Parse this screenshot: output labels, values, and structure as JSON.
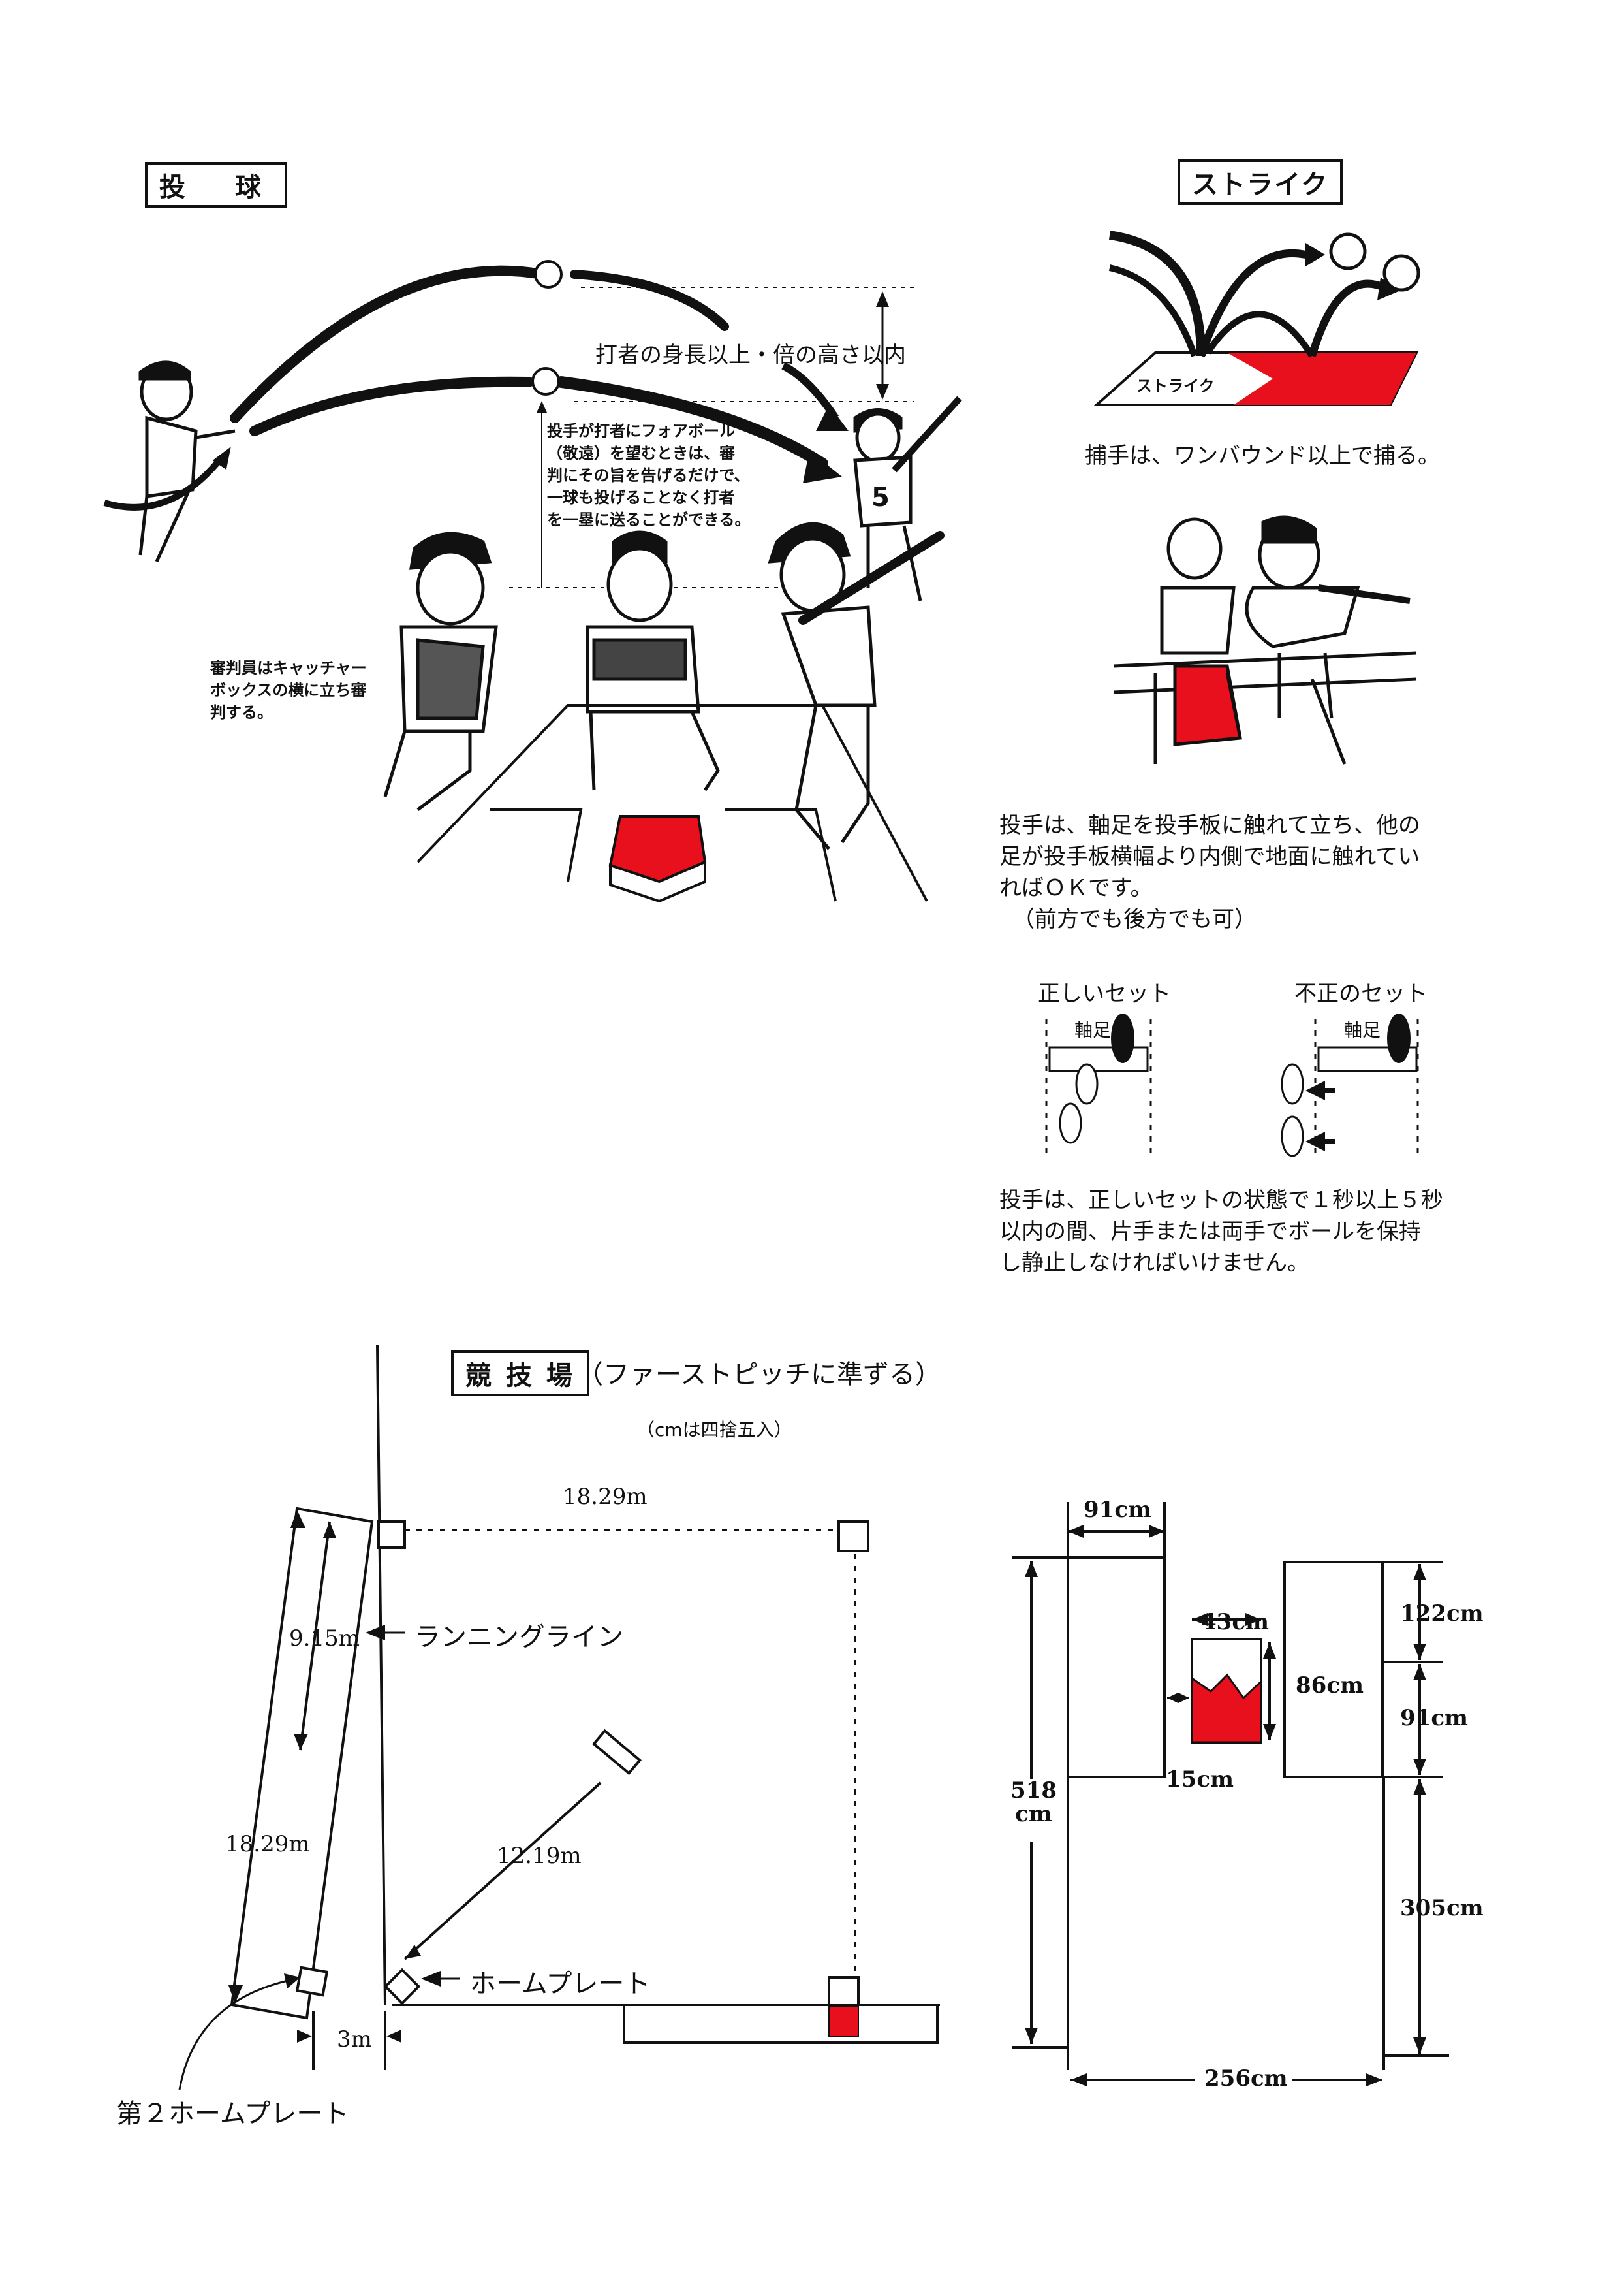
{
  "pitching": {
    "heading": "投　球",
    "height_note": "打者の身長以上・倍の高さ以内",
    "walk_note": [
      "投手が打者にフォアボール",
      "（敬遠）を望むときは、審",
      "判にその旨を告げるだけで、",
      "一球も投げることなく打者",
      "を一塁に送ることができる。"
    ],
    "umpire_note": [
      "審判員はキャッチャー",
      "ボックスの横に立ち審",
      "判する。"
    ],
    "batter_number": "5"
  },
  "strike": {
    "heading": "ストライク",
    "mat_label": "ストライク",
    "catch_note": "捕手は、ワンバウンド以上で捕る。"
  },
  "set_rules": {
    "pivot_note": [
      "投手は、軸足を投手板に触れて立ち、他の",
      "足が投手板横幅より内側で地面に触れてい",
      "ればＯＫです。",
      "（前方でも後方でも可）"
    ],
    "correct_label": "正しいセット",
    "incorrect_label": "不正のセット",
    "pivot_foot": "軸足",
    "hold_note": [
      "投手は、正しいセットの状態で１秒以上５秒",
      "以内の間、片手または両手でボールを保持",
      "し静止しなければいけません。"
    ]
  },
  "field": {
    "heading": "競 技 場",
    "subheading": "（ファーストピッチに準ずる）",
    "rounding_note": "（cmは四捨五入）",
    "base_distance": "18.29m",
    "side_distance": "18.29m",
    "running_line_distance": "9.15m",
    "running_line_label": "ランニングライン",
    "pitching_distance": "12.19m",
    "home_plate_label": "ホームプレート",
    "offset_label": "3m",
    "second_home_label": "第２ホームプレート"
  },
  "box": {
    "width_91": "91cm",
    "width_43": "43cm",
    "height_86": "86cm",
    "top_122": "122cm",
    "mid_91": "91cm",
    "bottom_305": "305cm",
    "gap_15": "15cm",
    "height_518": [
      "518",
      "cm"
    ],
    "total_256": "256cm"
  },
  "colors": {
    "ink": "#111111",
    "plate_red": "#e8101c"
  }
}
